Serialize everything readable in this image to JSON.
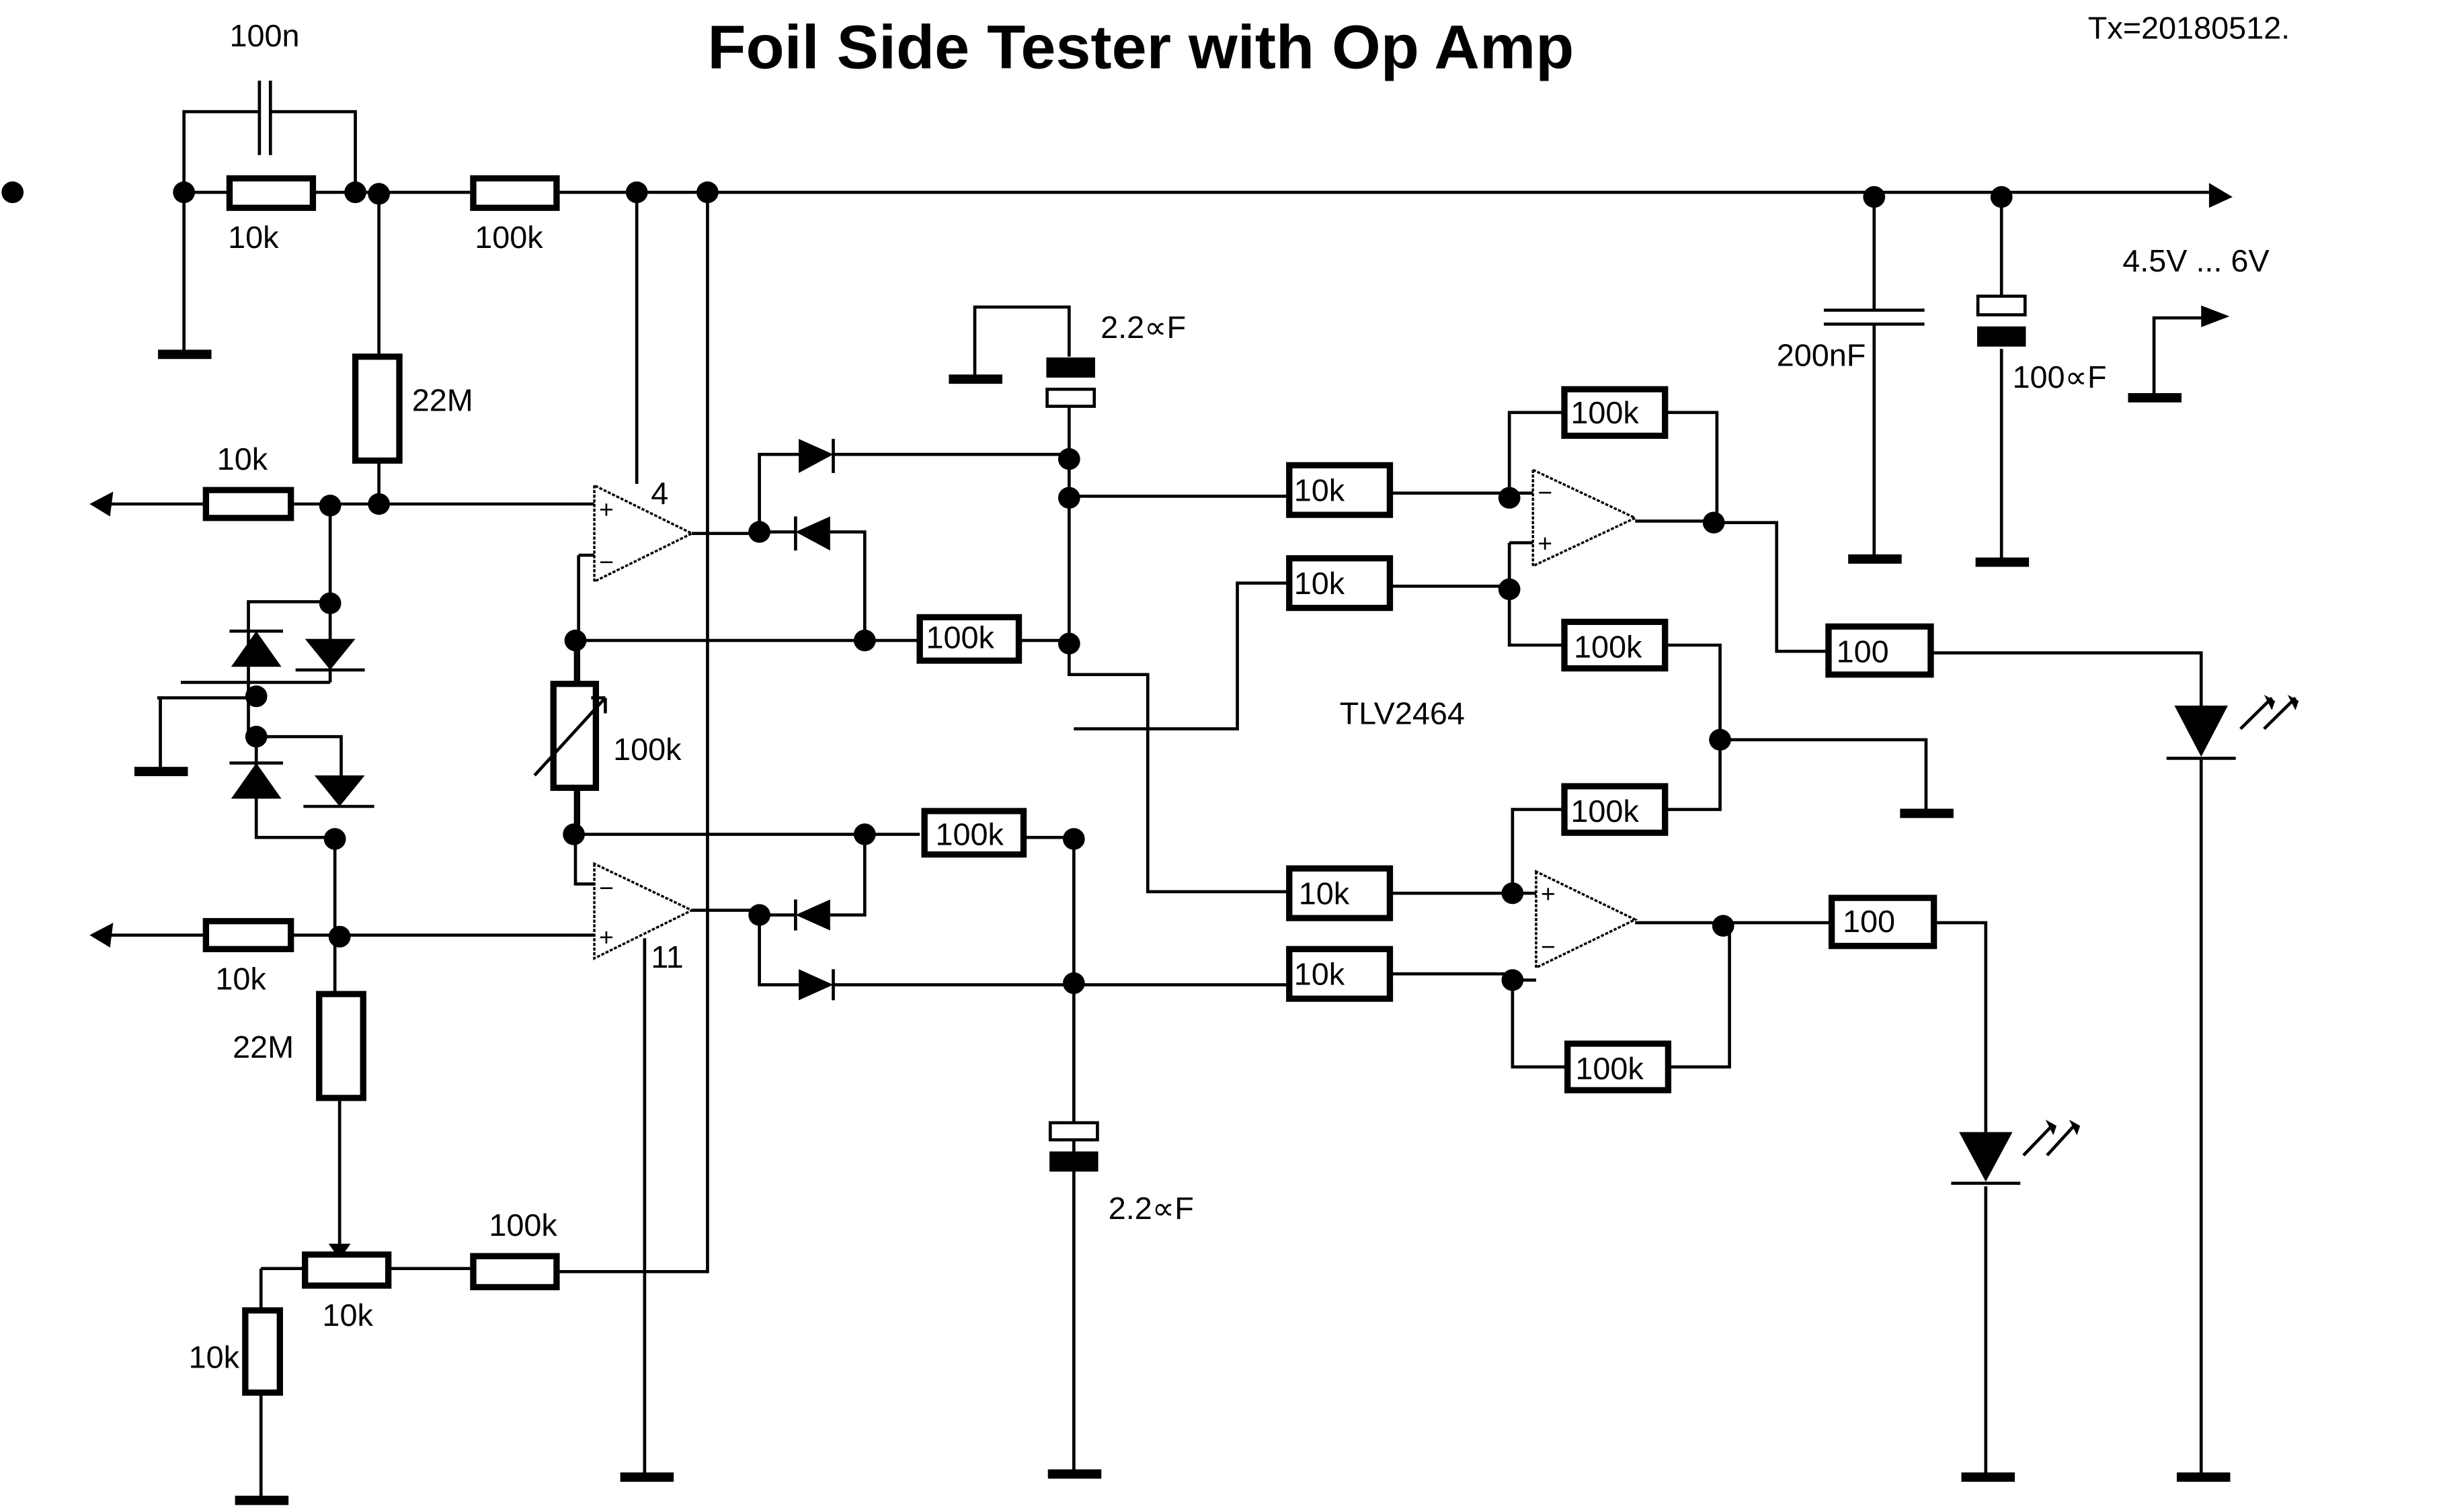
{
  "title": "Foil Side Tester with Op Amp",
  "revision": "Tx=20180512.",
  "supply": "4.5V ... 6V",
  "ic": "TLV2464",
  "opamp_pins": {
    "vcc": "4",
    "gnd": "11"
  },
  "components": {
    "c_in": "100n",
    "r_in": "10k",
    "r_series_top": "100k",
    "r_bias_top": "22M",
    "r_out_top": "10k",
    "r_out_bot": "10k",
    "r_bias_bot": "22M",
    "trimmer_gain": "100k",
    "r_fb_top": "100k",
    "r_fb_bot": "100k",
    "c_top": "2.2∝F",
    "c_bot": "2.2∝F",
    "r_a1": "10k",
    "r_a2": "10k",
    "r_a3": "10k",
    "r_a4": "10k",
    "r_f1": "100k",
    "r_f2": "100k",
    "r_f3": "100k",
    "r_f4": "100k",
    "r_led1": "100",
    "r_led2": "100",
    "c_supply": "200nF",
    "c_elko": "100∝F",
    "pot_offset": "10k",
    "r_pot_series": "100k",
    "r_pot_gnd": "10k"
  },
  "symbols": {
    "plus": "+",
    "minus": "−"
  }
}
